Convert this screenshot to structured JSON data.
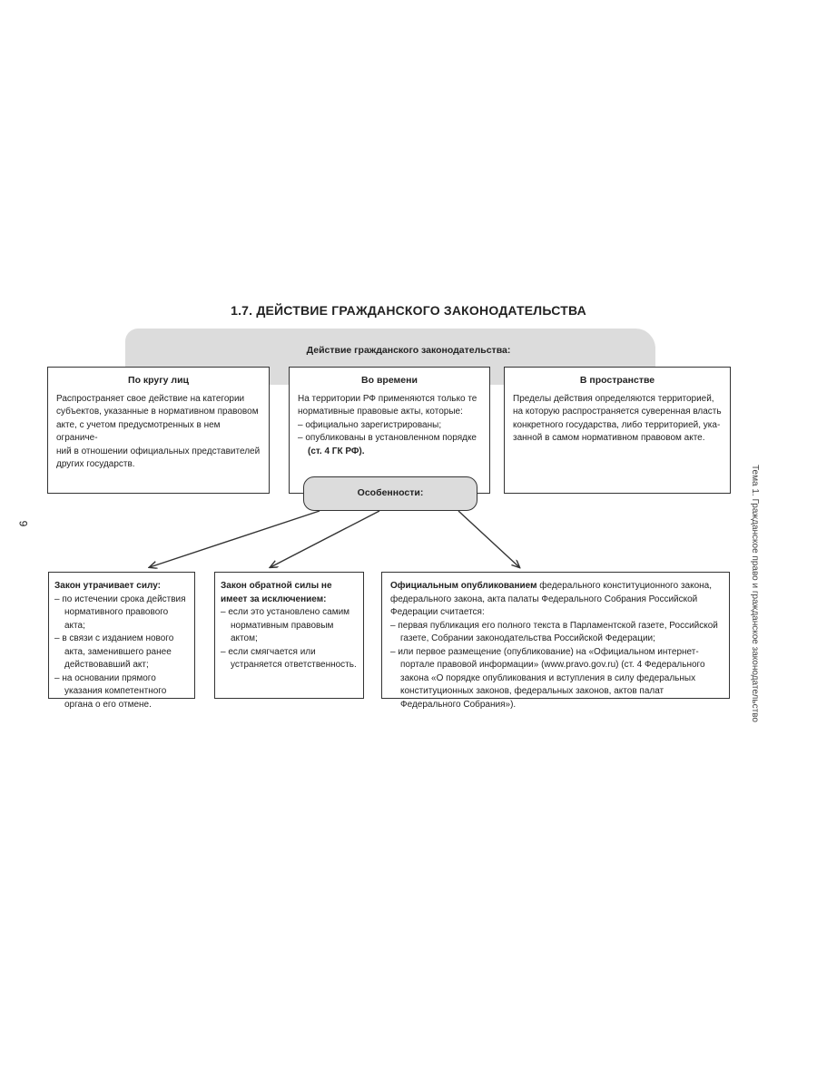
{
  "title": "1.7. ДЕЙСТВИЕ ГРАЖДАНСКОГО ЗАКОНОДАТЕЛЬСТВА",
  "band_label": "Действие гражданского законодательства:",
  "top_boxes": [
    {
      "heading": "По кругу лиц",
      "lines": [
        "Распространяет свое действие на категории",
        "субъектов, указанные в нормативном правовом",
        "акте, с учетом предусмотренных в нем ограниче-",
        "ний в отношении официальных представителей",
        "других государств."
      ]
    },
    {
      "heading": "Во времени",
      "intro": "На территории РФ применяются только те нормативные правовые акты, которые:",
      "items": [
        "официально зарегистрированы;",
        "опубликованы в установленном порядке"
      ],
      "ref": "(ст. 4 ГК РФ)."
    },
    {
      "heading": "В пространстве",
      "lines": [
        "Пределы действия определяются территорией,",
        "на которую распространяется суверенная власть",
        "конкретного государства, либо территорией, ука-",
        "занной в самом нормативном правовом акте."
      ]
    }
  ],
  "features_label": "Особенности:",
  "bottom_boxes": [
    {
      "heading": "Закон утрачивает силу:",
      "items": [
        "по истечении срока действия нормативного правового акта;",
        "в связи с изданием нового акта, заменившего ранее действовавший акт;",
        "на основании прямого указания компетентного органа о его отмене."
      ]
    },
    {
      "heading": "Закон обратной силы не имеет за исключением:",
      "items": [
        "если это установлено самим нормативным правовым актом;",
        "если смягчается или устраняется ответственность."
      ]
    },
    {
      "heading": "Официальным опубликованием",
      "intro": " федерального конституционного закона, федерального закона, акта палаты Федерального Собрания Российской Федерации считается:",
      "items": [
        "первая публикация его полного текста в Парламентской газете, Российской газете, Собрании законодательства Российской Федерации;",
        "или первое размещение (опубликование) на «Официальном интернет-портале правовой информации» (www.pravo.gov.ru) (ст. 4 Федерального закона «О порядке опубликования и вступления в силу федеральных конституционных законов, федеральных законов, актов палат Федерального Собрания»)."
      ]
    }
  ],
  "page_number": "9",
  "running_head": "Тема 1. Гражданское право и гражданское законодательство"
}
